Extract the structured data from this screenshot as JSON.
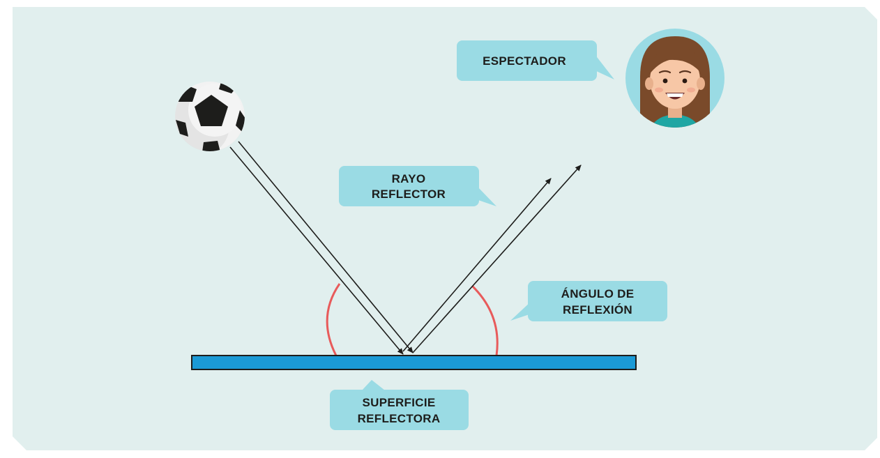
{
  "colors": {
    "background": "#e1efee",
    "callout": "#9adbe4",
    "surface": "#1b9ad6",
    "ray": "#1d1d1b",
    "angle_arc": "#e85b5b",
    "skin": "#f7c7a6",
    "hair": "#7a4a2a",
    "shirt": "#1fa6a3"
  },
  "labels": {
    "spectator": "ESPECTADOR",
    "ray_line1": "RAYO",
    "ray_line2": "REFLECTOR",
    "angle_line1": "ÁNGULO DE",
    "angle_line2": "REFLEXIÓN",
    "surface_line1": "SUPERFICIE",
    "surface_line2": "REFLECTORA"
  },
  "icons": {
    "ball": "soccer-ball-icon",
    "spectator": "woman-avatar-icon"
  }
}
